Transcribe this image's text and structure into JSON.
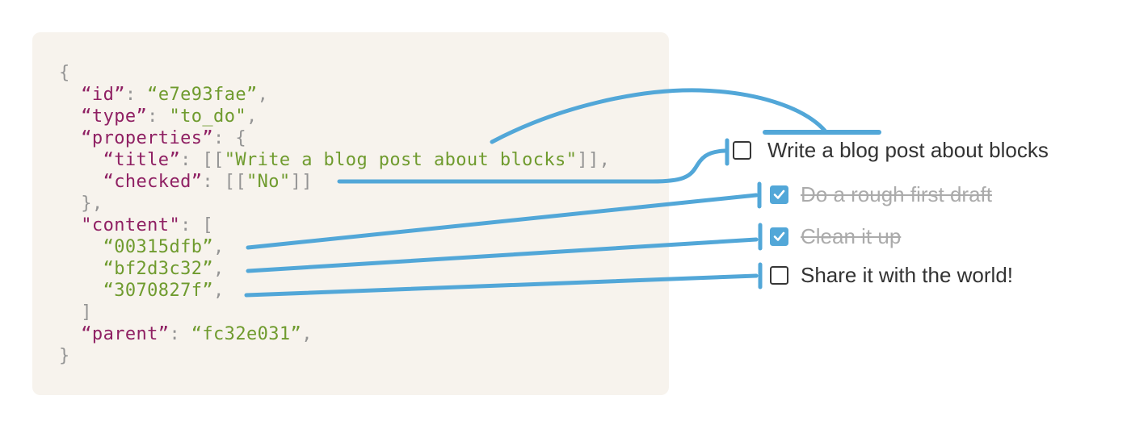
{
  "colors": {
    "page_bg": "#ffffff",
    "code_bg": "#f7f3ed",
    "json_key": "#8f2063",
    "json_string": "#6f9b2e",
    "json_punct": "#949494",
    "connector_blue": "#52a7d8",
    "todo_text": "#333333",
    "todo_done_text": "#ababab",
    "checkbox_border": "#363636"
  },
  "code_block": {
    "lines": [
      [
        {
          "style": "p",
          "text": "{"
        }
      ],
      [
        {
          "style": "k",
          "text": "  “id”"
        },
        {
          "style": "p",
          "text": ": "
        },
        {
          "style": "s",
          "text": "“e7e93fae”"
        },
        {
          "style": "p",
          "text": ","
        }
      ],
      [
        {
          "style": "k",
          "text": "  “type”"
        },
        {
          "style": "p",
          "text": ": "
        },
        {
          "style": "s",
          "text": "\"to_do\""
        },
        {
          "style": "p",
          "text": ","
        }
      ],
      [
        {
          "style": "k",
          "text": "  “properties”"
        },
        {
          "style": "p",
          "text": ": {"
        }
      ],
      [
        {
          "style": "k",
          "text": "    “title”"
        },
        {
          "style": "p",
          "text": ": [["
        },
        {
          "style": "s",
          "text": "\"Write a blog post about blocks\""
        },
        {
          "style": "p",
          "text": "]],"
        }
      ],
      [
        {
          "style": "k",
          "text": "    “checked”"
        },
        {
          "style": "p",
          "text": ": [["
        },
        {
          "style": "s",
          "text": "\"No\""
        },
        {
          "style": "p",
          "text": "]]"
        }
      ],
      [
        {
          "style": "p",
          "text": "  },"
        }
      ],
      [
        {
          "style": "k",
          "text": "  \"content\""
        },
        {
          "style": "p",
          "text": ": ["
        }
      ],
      [
        {
          "style": "s",
          "text": "    “00315dfb”"
        },
        {
          "style": "p",
          "text": ","
        }
      ],
      [
        {
          "style": "s",
          "text": "    “bf2d3c32”"
        },
        {
          "style": "p",
          "text": ","
        }
      ],
      [
        {
          "style": "s",
          "text": "    “3070827f”"
        },
        {
          "style": "p",
          "text": ","
        }
      ],
      [
        {
          "style": "p",
          "text": "  ]"
        }
      ],
      [
        {
          "style": "k",
          "text": "  “parent”"
        },
        {
          "style": "p",
          "text": ": "
        },
        {
          "style": "s",
          "text": "“fc32e031”"
        },
        {
          "style": "p",
          "text": ","
        }
      ],
      [
        {
          "style": "p",
          "text": "}"
        }
      ]
    ]
  },
  "todo_list": {
    "items": [
      {
        "label": "Write a blog post about blocks",
        "checked": false,
        "completed": false
      },
      {
        "label": "Do a rough first draft",
        "checked": true,
        "completed": true
      },
      {
        "label": "Clean it up",
        "checked": true,
        "completed": true
      },
      {
        "label": "Share it with the world!",
        "checked": false,
        "completed": false
      }
    ]
  },
  "connectors": [
    {
      "from": "properties.title",
      "to": "item-1-label"
    },
    {
      "from": "properties.checked",
      "to": "item-1-checkbox"
    },
    {
      "from": "content.0",
      "to": "item-2"
    },
    {
      "from": "content.1",
      "to": "item-3"
    },
    {
      "from": "content.2",
      "to": "item-4"
    }
  ]
}
